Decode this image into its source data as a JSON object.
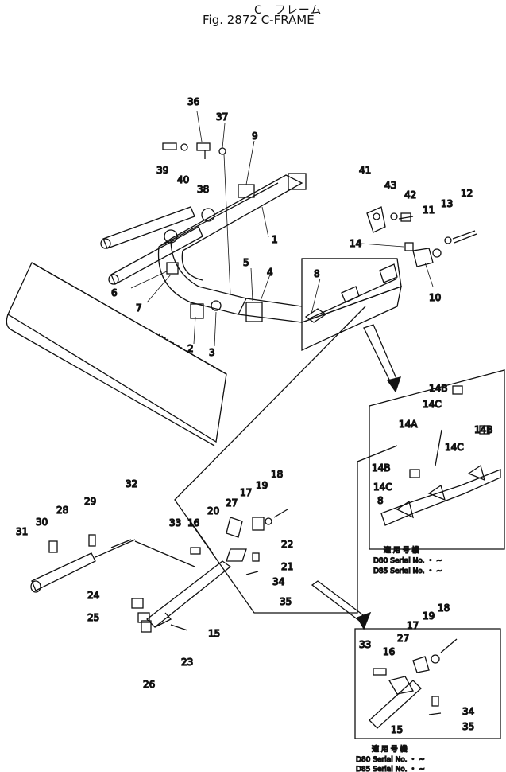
{
  "title_jp": "C　フレーム",
  "title_en": "Fig. 2872  C-FRAME",
  "applicable": "適 用 号 機",
  "serial_d80": "D80  Serial No.  ・ ~",
  "serial_d85": "D85  Serial No.  ・ ~",
  "labels": [
    "1",
    "2",
    "3",
    "4",
    "5",
    "6",
    "7",
    "8",
    "9",
    "10",
    "11",
    "12",
    "13",
    "14",
    "15",
    "16",
    "17",
    "18",
    "19",
    "20",
    "21",
    "22",
    "23",
    "24",
    "25",
    "26",
    "27",
    "28",
    "29",
    "30",
    "31",
    "32",
    "33",
    "34",
    "35",
    "36",
    "37",
    "38",
    "39",
    "40",
    "41",
    "42",
    "43",
    "14A",
    "14B",
    "14C"
  ]
}
